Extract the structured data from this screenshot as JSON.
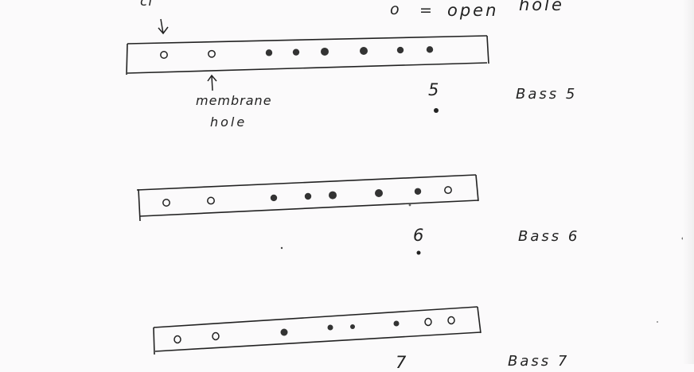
{
  "legend": {
    "symbol": "o",
    "equals": "=",
    "text": "open",
    "text2": "hole",
    "cut_text": "cl"
  },
  "annotation": {
    "line1": "membrane",
    "line2": "hole"
  },
  "diagrams": [
    {
      "number": "",
      "label": "",
      "holes": [
        "open",
        "open",
        "closed",
        "closed",
        "closed",
        "closed",
        "closed",
        "closed"
      ]
    },
    {
      "number": "5",
      "label": "Bass 5",
      "holes": [
        "open",
        "open",
        "closed",
        "closed",
        "closed",
        "closed",
        "closed",
        "open"
      ]
    },
    {
      "number": "6",
      "label": "Bass 6",
      "holes": [
        "open",
        "open",
        "closed",
        "closed",
        "closed",
        "closed",
        "open",
        "open"
      ]
    },
    {
      "number": "7",
      "label": "Bass 7",
      "holes": []
    }
  ],
  "colors": {
    "ink": "#222222",
    "paper": "#fbfafb"
  }
}
